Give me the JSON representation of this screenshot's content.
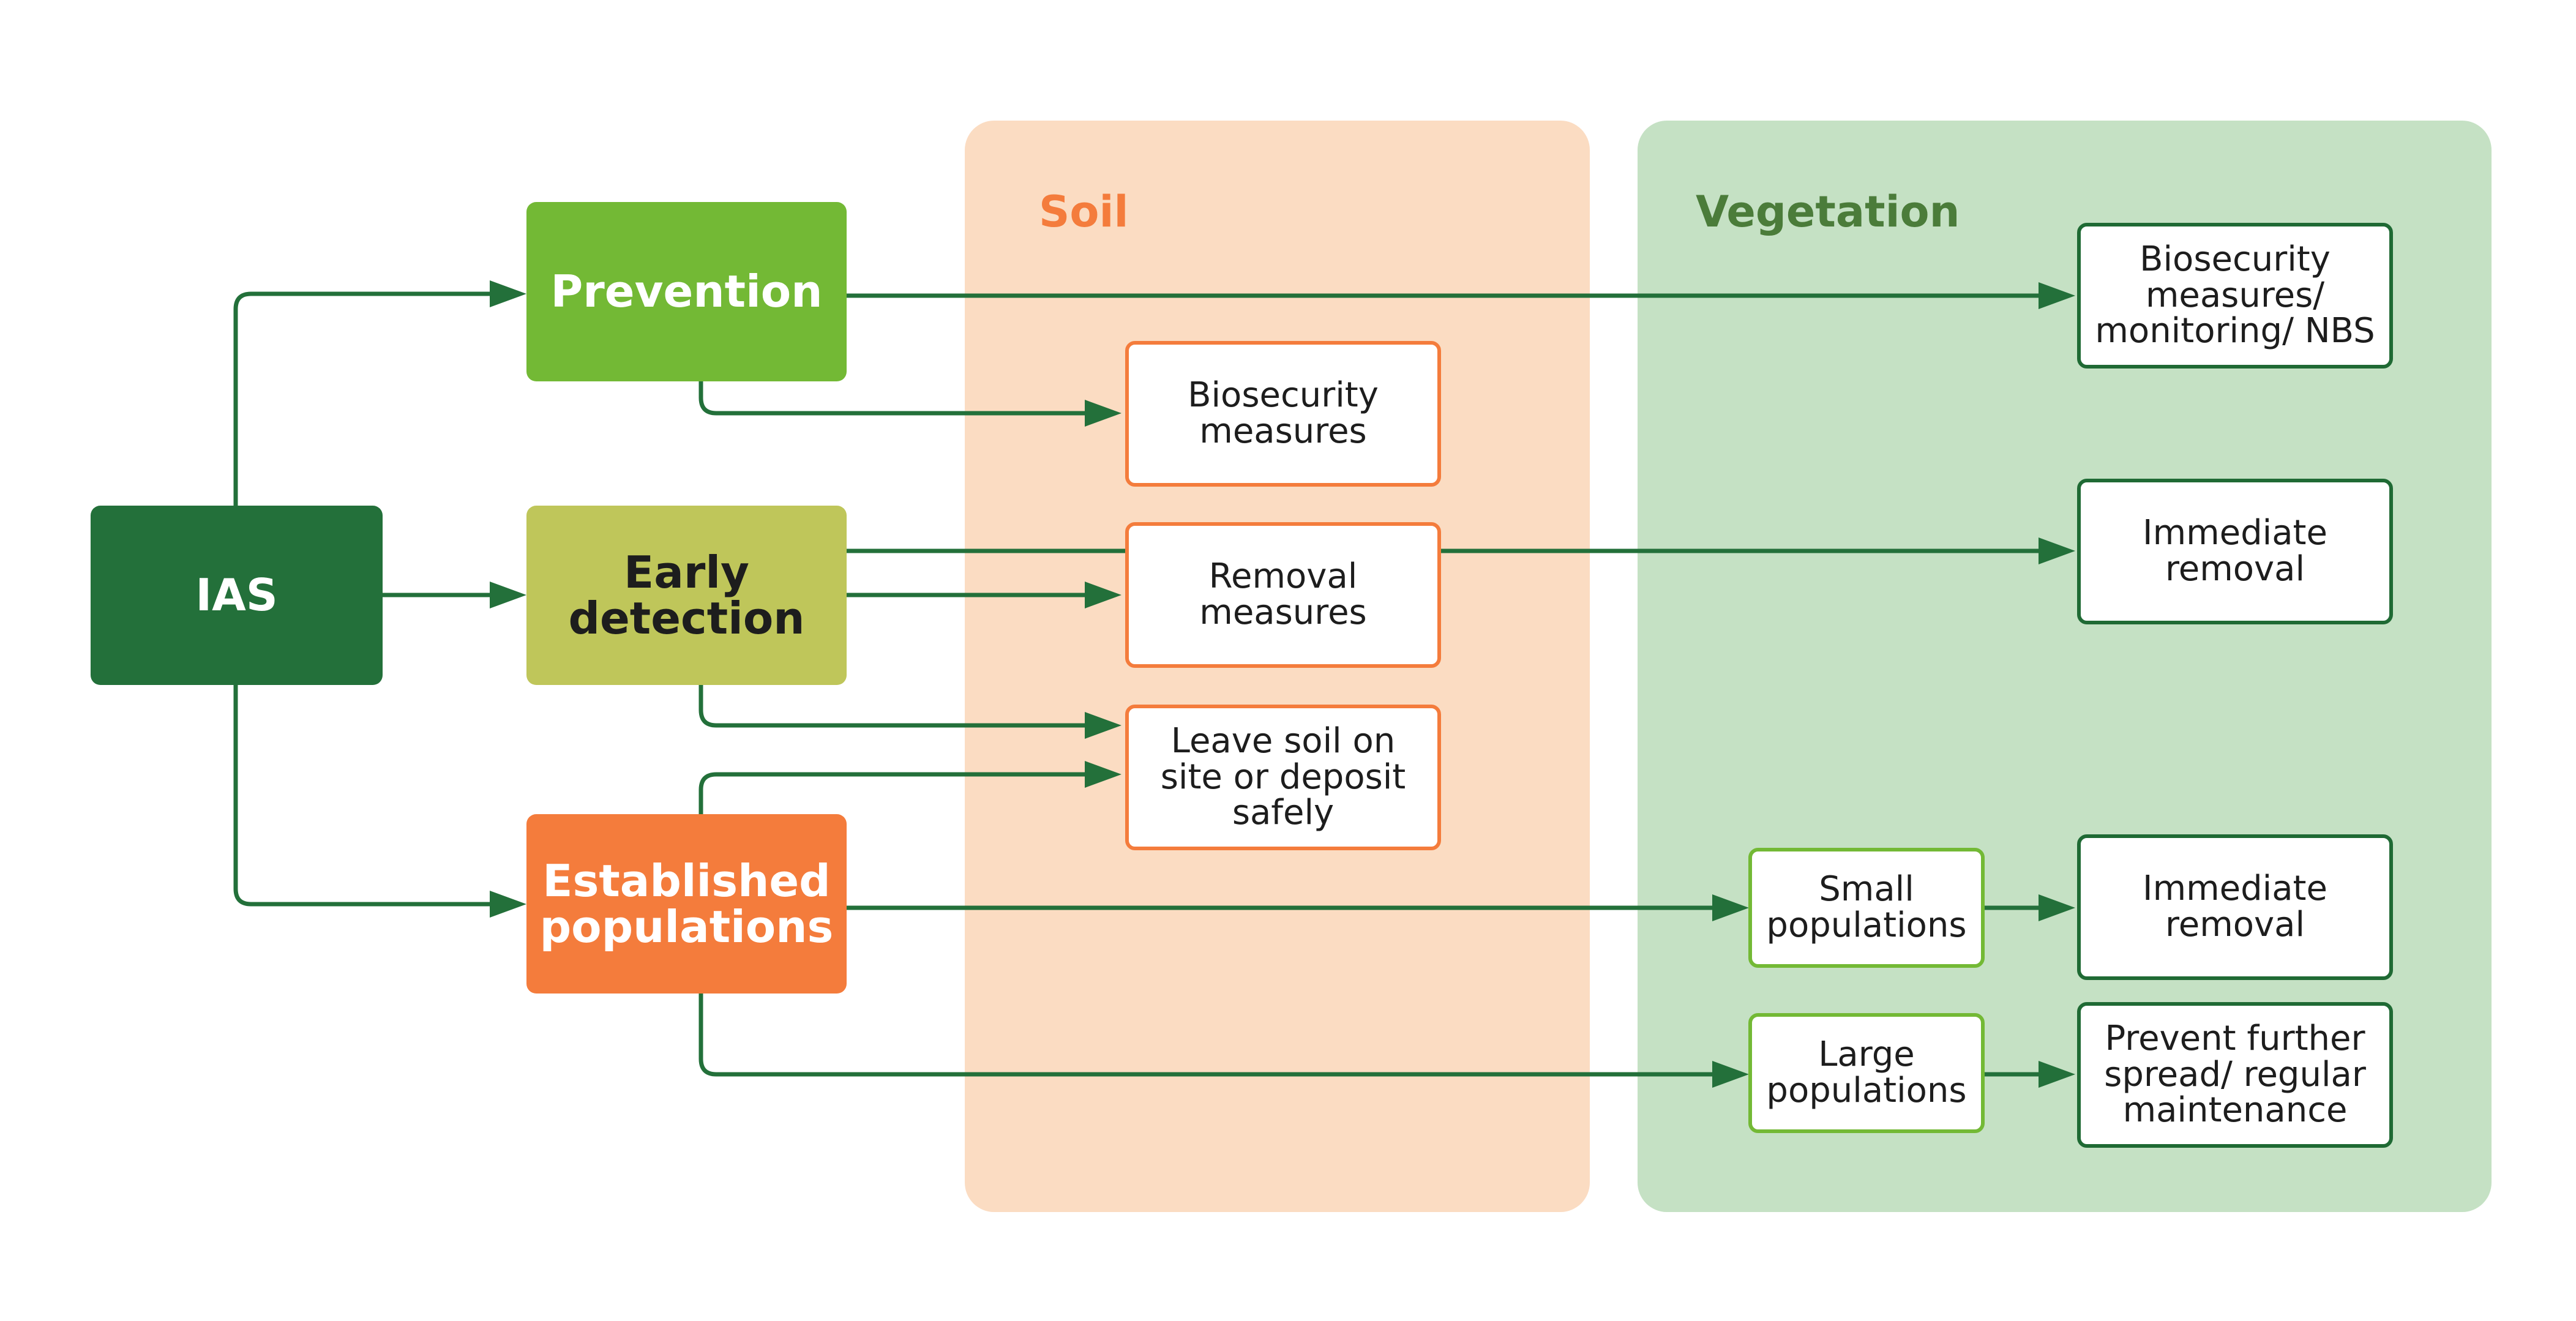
{
  "panels": {
    "soil": "Soil",
    "vegetation": "Vegetation"
  },
  "nodes": {
    "ias": "IAS",
    "prevention": "Prevention",
    "early_detection": "Early\ndetection",
    "established_populations": "Established\npopulations",
    "soil_biosecurity": "Biosecurity\nmeasures",
    "soil_removal": "Removal\nmeasures",
    "soil_leave": "Leave soil on\nsite or deposit\nsafely",
    "veg_biosecurity": "Biosecurity\nmeasures/\nmonitoring/ NBS",
    "veg_immediate_1": "Immediate\nremoval",
    "veg_small": "Small\npopulations",
    "veg_large": "Large\npopulations",
    "veg_immediate_2": "Immediate\nremoval",
    "veg_prevent": "Prevent further\nspread/ regular\nmaintenance"
  },
  "colors": {
    "arrow": "#23703a",
    "ias": "#23703a",
    "prevention": "#73b935",
    "early_detection": "#bfc65a",
    "established": "#f47c3c",
    "soil_panel": "#fbdcc2",
    "vegetation_panel": "#c5e1c4"
  }
}
